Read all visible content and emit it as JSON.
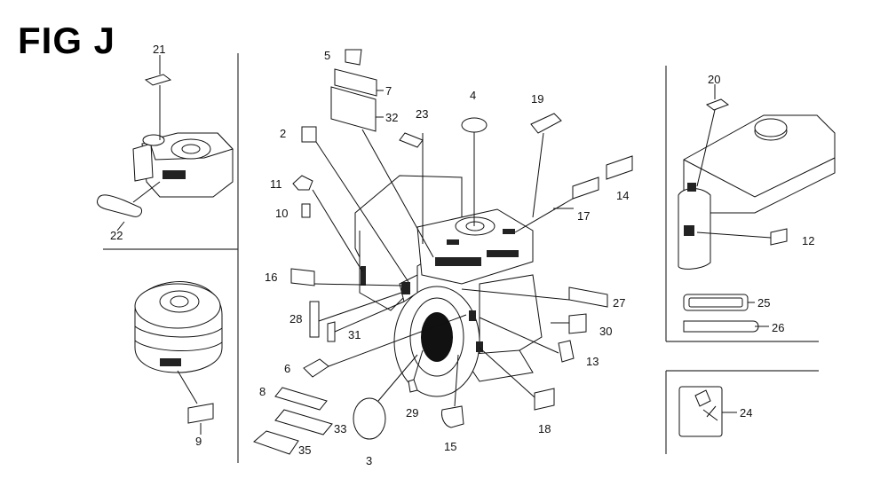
{
  "title": "FIG J",
  "callouts": [
    {
      "id": "c2",
      "label": "2"
    },
    {
      "id": "c3",
      "label": "3"
    },
    {
      "id": "c4",
      "label": "4"
    },
    {
      "id": "c5",
      "label": "5"
    },
    {
      "id": "c6",
      "label": "6"
    },
    {
      "id": "c7",
      "label": "7"
    },
    {
      "id": "c8",
      "label": "8"
    },
    {
      "id": "c9",
      "label": "9"
    },
    {
      "id": "c10",
      "label": "10"
    },
    {
      "id": "c11",
      "label": "11"
    },
    {
      "id": "c12",
      "label": "12"
    },
    {
      "id": "c13",
      "label": "13"
    },
    {
      "id": "c14",
      "label": "14"
    },
    {
      "id": "c15",
      "label": "15"
    },
    {
      "id": "c16",
      "label": "16"
    },
    {
      "id": "c17",
      "label": "17"
    },
    {
      "id": "c18",
      "label": "18"
    },
    {
      "id": "c19",
      "label": "19"
    },
    {
      "id": "c20",
      "label": "20"
    },
    {
      "id": "c21",
      "label": "21"
    },
    {
      "id": "c22",
      "label": "22"
    },
    {
      "id": "c23",
      "label": "23"
    },
    {
      "id": "c24",
      "label": "24"
    },
    {
      "id": "c25",
      "label": "25"
    },
    {
      "id": "c26",
      "label": "26"
    },
    {
      "id": "c27",
      "label": "27"
    },
    {
      "id": "c28",
      "label": "28"
    },
    {
      "id": "c29",
      "label": "29"
    },
    {
      "id": "c30",
      "label": "30"
    },
    {
      "id": "c31",
      "label": "31"
    },
    {
      "id": "c32",
      "label": "32"
    },
    {
      "id": "c33",
      "label": "33"
    },
    {
      "id": "c35",
      "label": "35"
    }
  ]
}
